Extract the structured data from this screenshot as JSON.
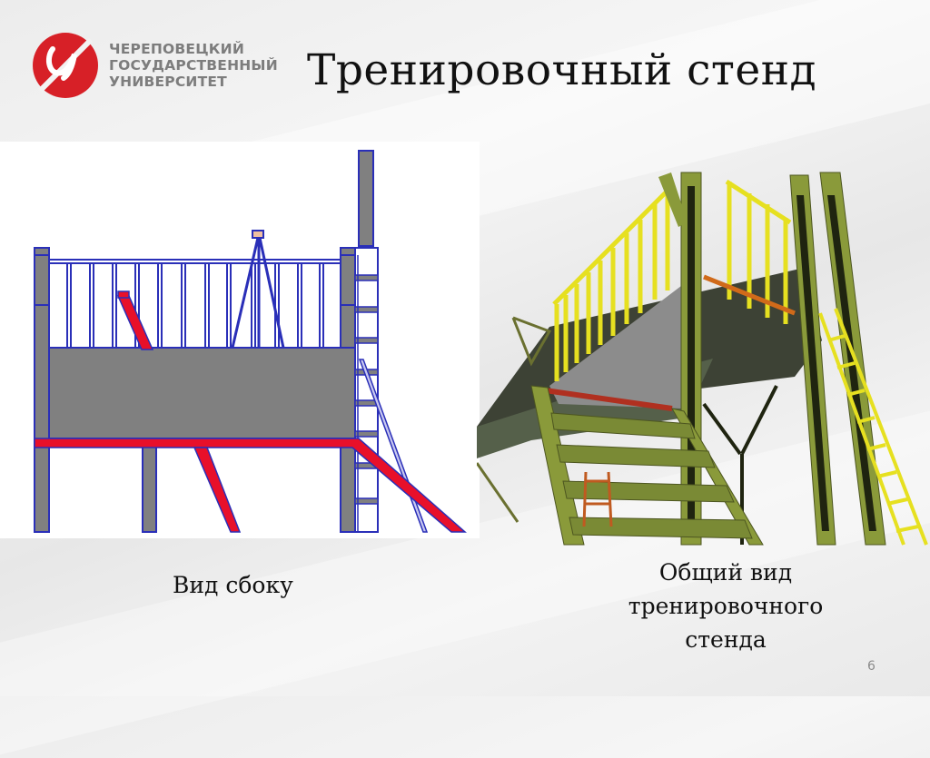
{
  "slide": {
    "title": "Тренировочный стенд",
    "page_number": "6"
  },
  "logo": {
    "icon": "university-logo-icon",
    "lines": [
      "ЧЕРЕПОВЕЦКИЙ",
      "ГОСУДАРСТВЕННЫЙ",
      "УНИВЕРСИТЕТ"
    ],
    "colors": {
      "mark": "#d72027",
      "text": "#7d7d7d"
    }
  },
  "figures": {
    "side_view": {
      "caption": "Вид сбоку",
      "image": "side-view-drawing",
      "colors": {
        "outline": "#2a2fb8",
        "fill": "#808080",
        "highlight": "#e8102a"
      }
    },
    "general_view": {
      "caption_lines": [
        "Общий вид",
        "тренировочного",
        "стенда"
      ],
      "image": "training-stand-photo",
      "colors": {
        "railing": "#e6e020",
        "frame": "#8a9a3a",
        "panel": "#8c8c8c"
      }
    }
  }
}
